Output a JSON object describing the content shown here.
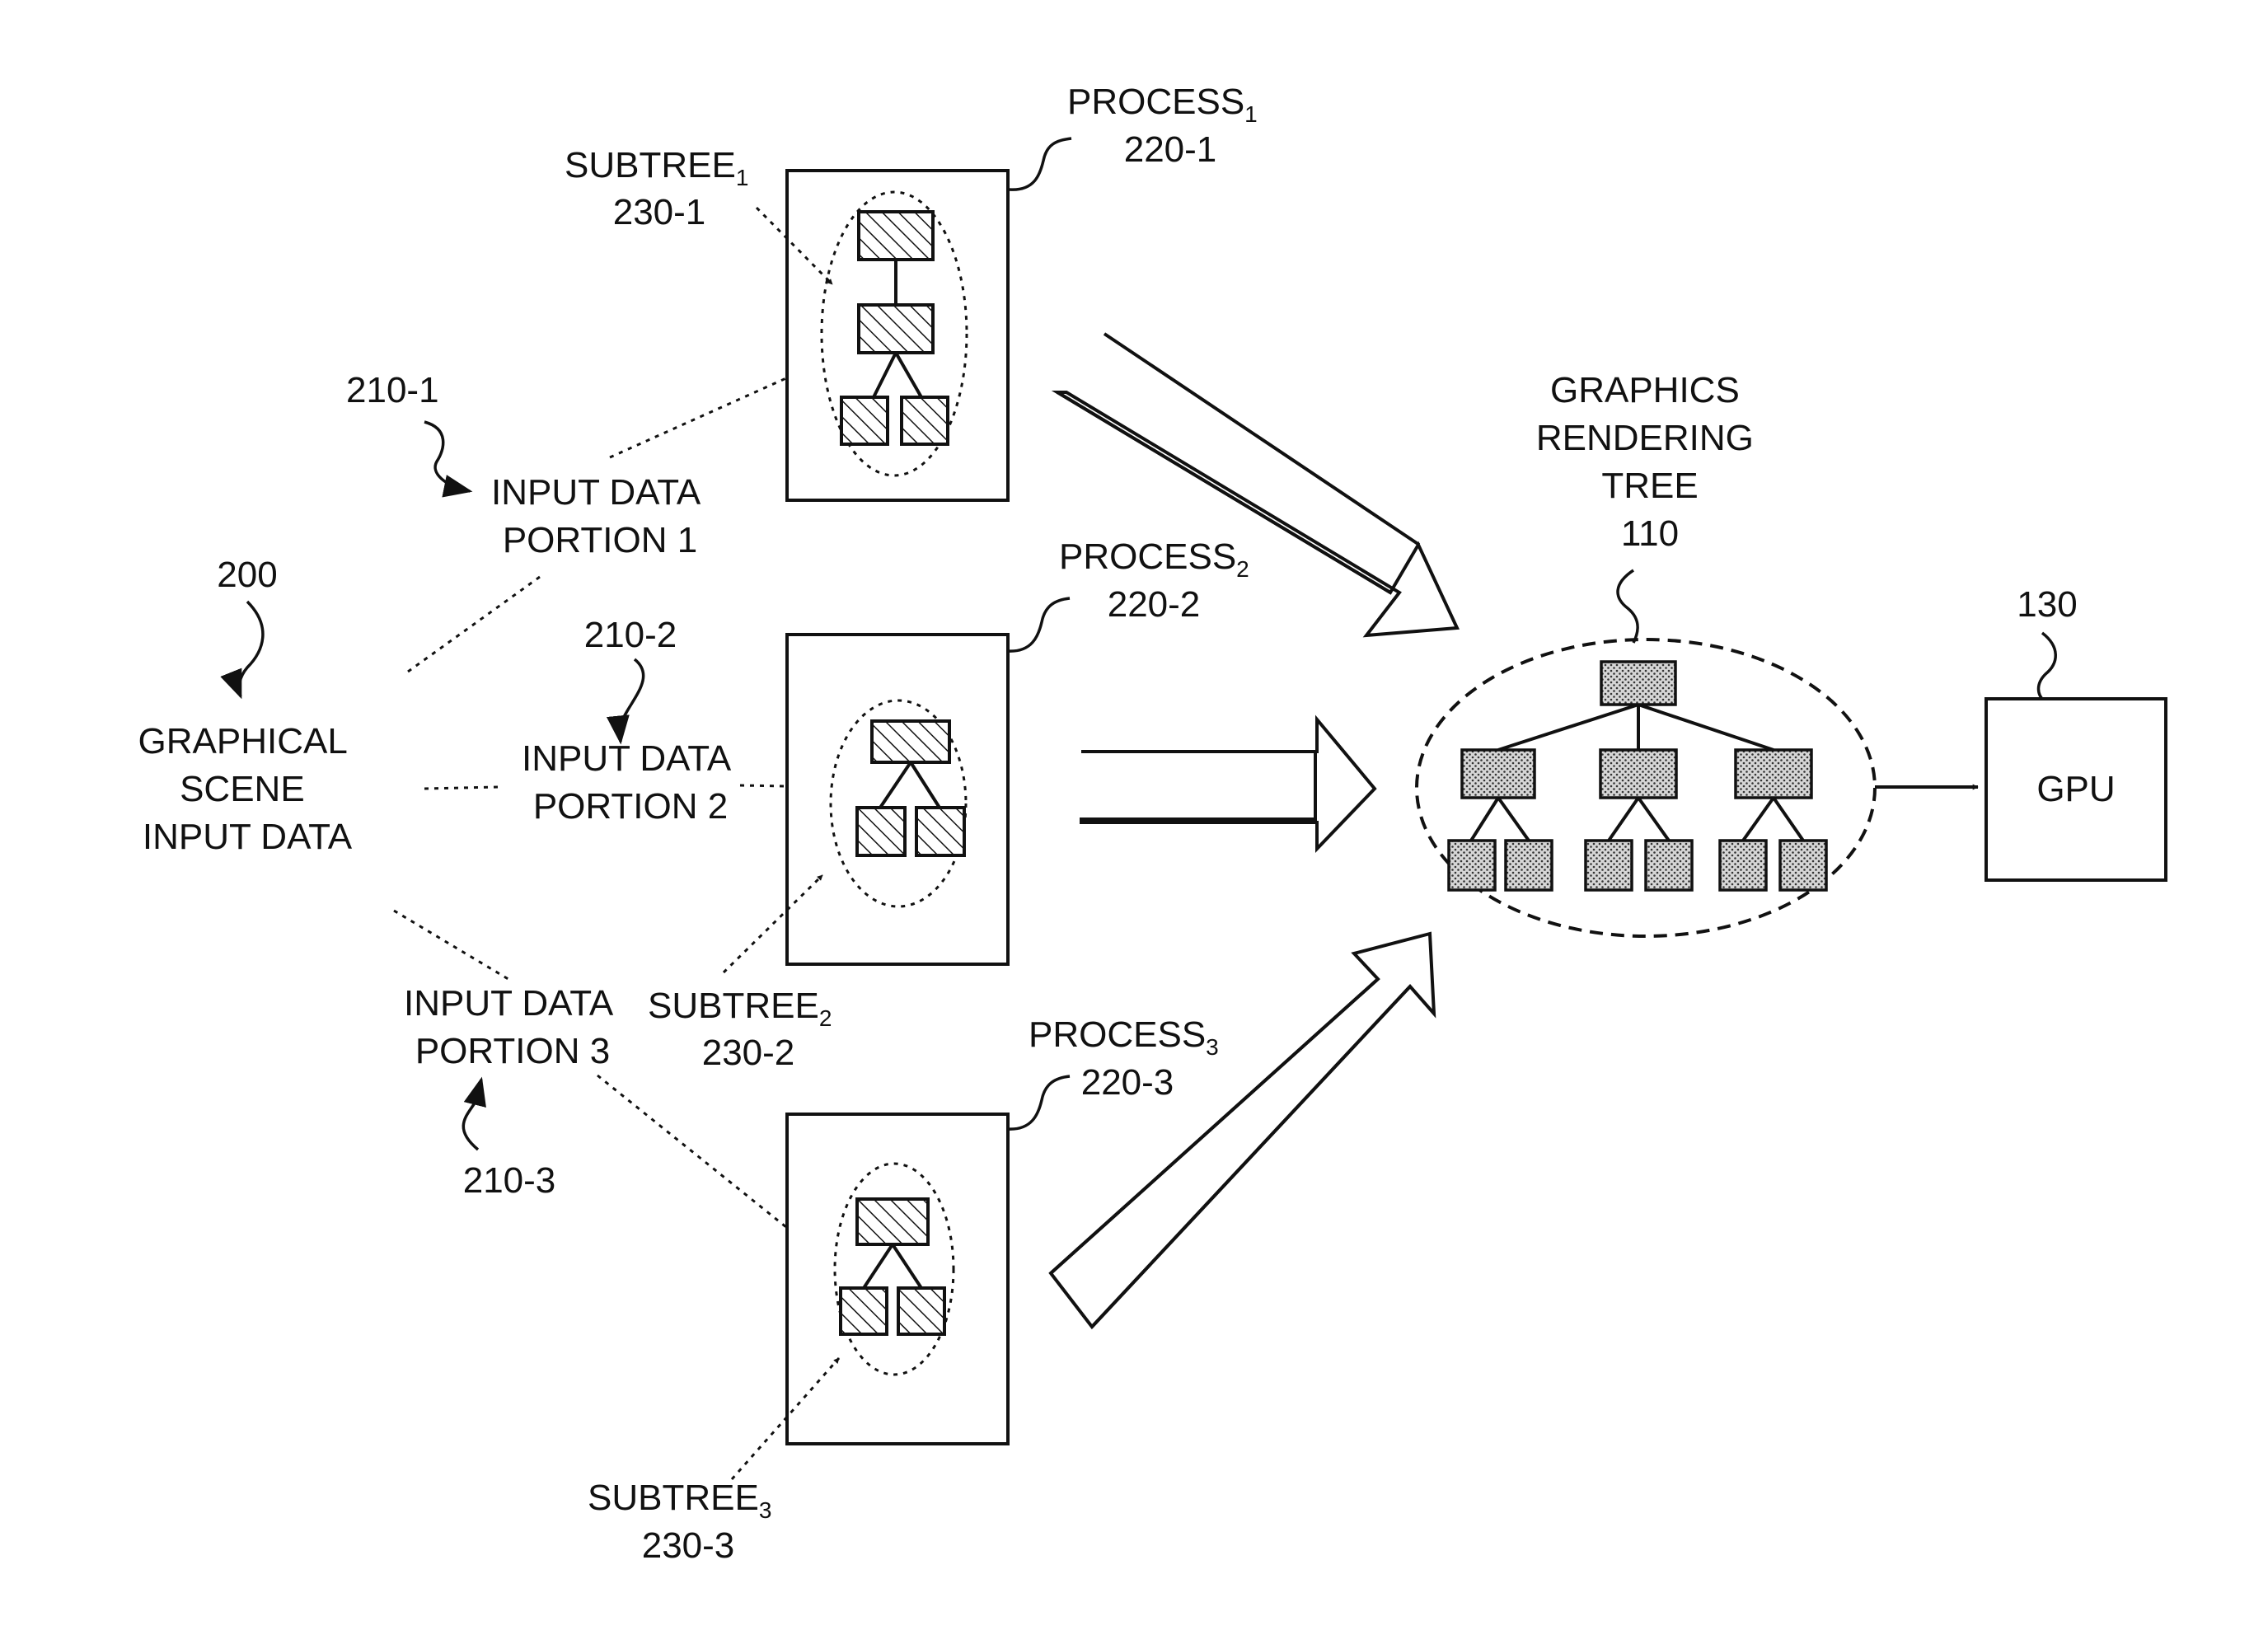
{
  "figure": {
    "reference_number": "200",
    "graphical_scene": {
      "lines": [
        "GRAPHICAL",
        "SCENE",
        "INPUT DATA"
      ]
    },
    "input_portions": [
      {
        "lines": [
          "INPUT DATA",
          "PORTION 1"
        ],
        "ref": "210-1"
      },
      {
        "lines": [
          "INPUT DATA",
          "PORTION 2"
        ],
        "ref": "210-2"
      },
      {
        "lines": [
          "INPUT DATA",
          "PORTION 3"
        ],
        "ref": "210-3"
      }
    ],
    "processes": [
      {
        "name": "PROCESS",
        "sub": "1",
        "ref": "220-1"
      },
      {
        "name": "PROCESS",
        "sub": "2",
        "ref": "220-2"
      },
      {
        "name": "PROCESS",
        "sub": "3",
        "ref": "220-3"
      }
    ],
    "subtrees": [
      {
        "name": "SUBTREE",
        "sub": "1",
        "ref": "230-1"
      },
      {
        "name": "SUBTREE",
        "sub": "2",
        "ref": "230-2"
      },
      {
        "name": "SUBTREE",
        "sub": "3",
        "ref": "230-3"
      }
    ],
    "rendering_tree": {
      "lines": [
        "GRAPHICS",
        "RENDERING",
        "TREE"
      ],
      "ref": "110"
    },
    "gpu": {
      "label": "GPU",
      "ref": "130"
    }
  }
}
